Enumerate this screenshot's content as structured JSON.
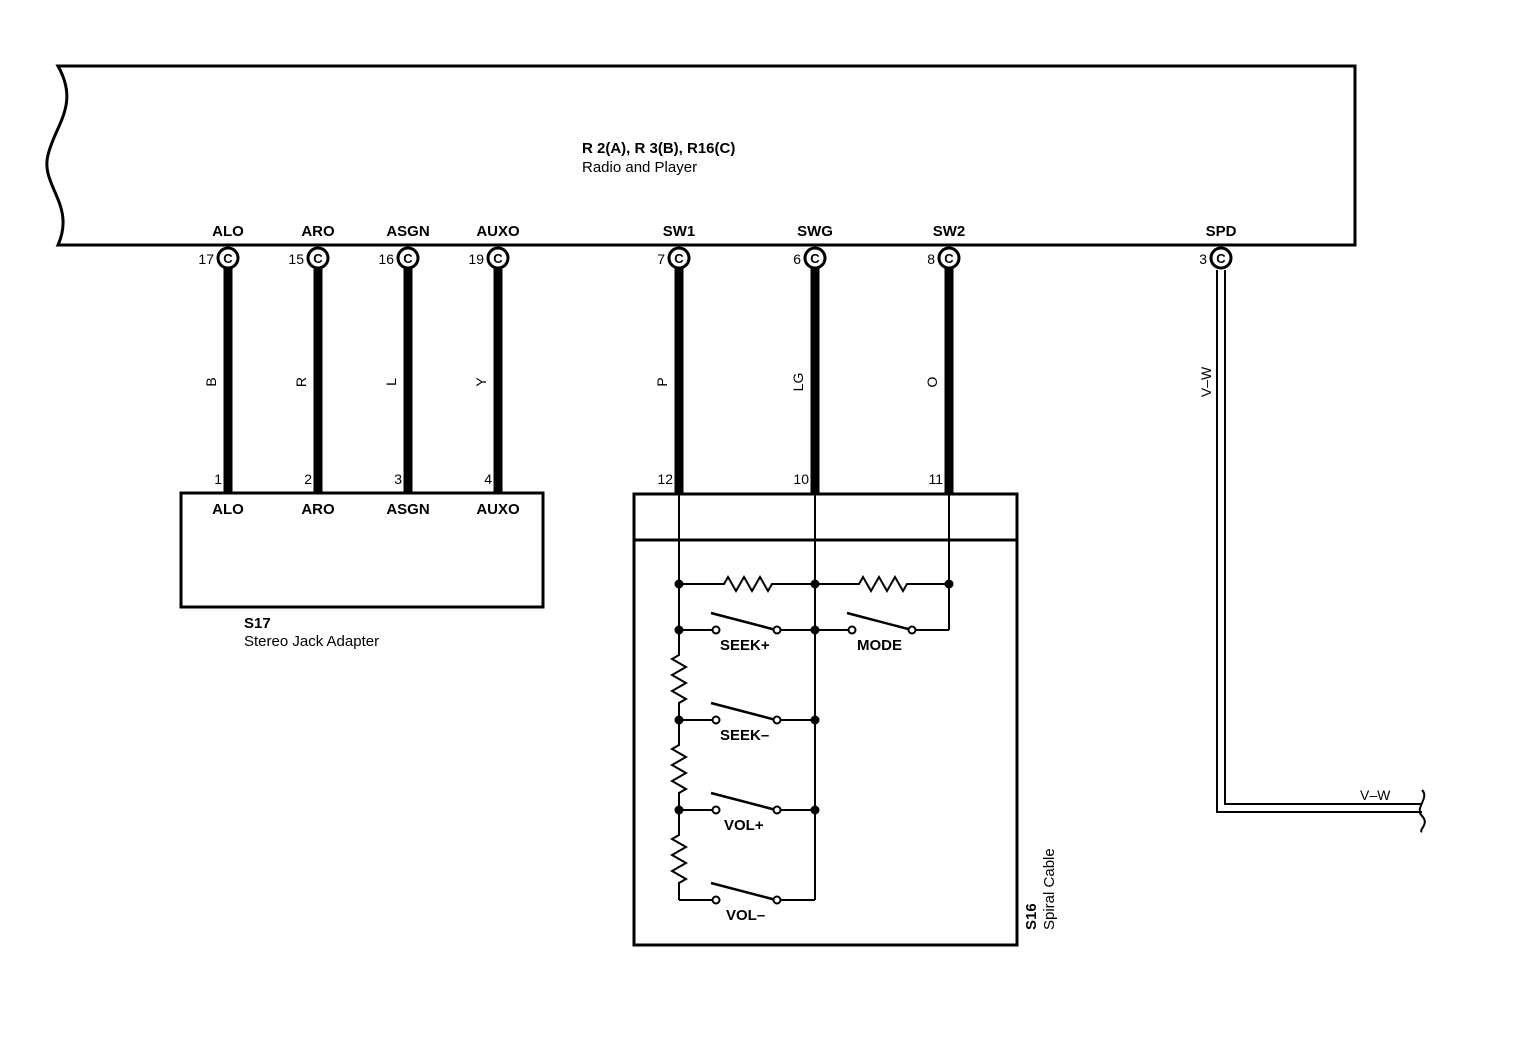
{
  "radio": {
    "title": "R 2(A), R 3(B), R16(C)",
    "subtitle": "Radio and Player"
  },
  "terminals": [
    {
      "signal": "ALO",
      "pin": "17",
      "connector": "C",
      "wire_color": "B",
      "end_pin": "1"
    },
    {
      "signal": "ARO",
      "pin": "15",
      "connector": "C",
      "wire_color": "R",
      "end_pin": "2"
    },
    {
      "signal": "ASGN",
      "pin": "16",
      "connector": "C",
      "wire_color": "L",
      "end_pin": "3"
    },
    {
      "signal": "AUXO",
      "pin": "19",
      "connector": "C",
      "wire_color": "Y",
      "end_pin": "4"
    },
    {
      "signal": "SW1",
      "pin": "7",
      "connector": "C",
      "wire_color": "P",
      "end_pin": "12"
    },
    {
      "signal": "SWG",
      "pin": "6",
      "connector": "C",
      "wire_color": "LG",
      "end_pin": "10"
    },
    {
      "signal": "SW2",
      "pin": "8",
      "connector": "C",
      "wire_color": "O",
      "end_pin": "11"
    },
    {
      "signal": "SPD",
      "pin": "3",
      "connector": "C",
      "wire_color": "V–W"
    }
  ],
  "stereo_jack": {
    "id": "S17",
    "name": "Stereo Jack Adapter",
    "pins": [
      "ALO",
      "ARO",
      "ASGN",
      "AUXO"
    ]
  },
  "spiral_cable": {
    "id": "S16",
    "name": "Spiral Cable",
    "switches": [
      "SEEK+",
      "MODE",
      "SEEK–",
      "VOL+",
      "VOL–"
    ]
  },
  "spd_out_label": "V–W"
}
